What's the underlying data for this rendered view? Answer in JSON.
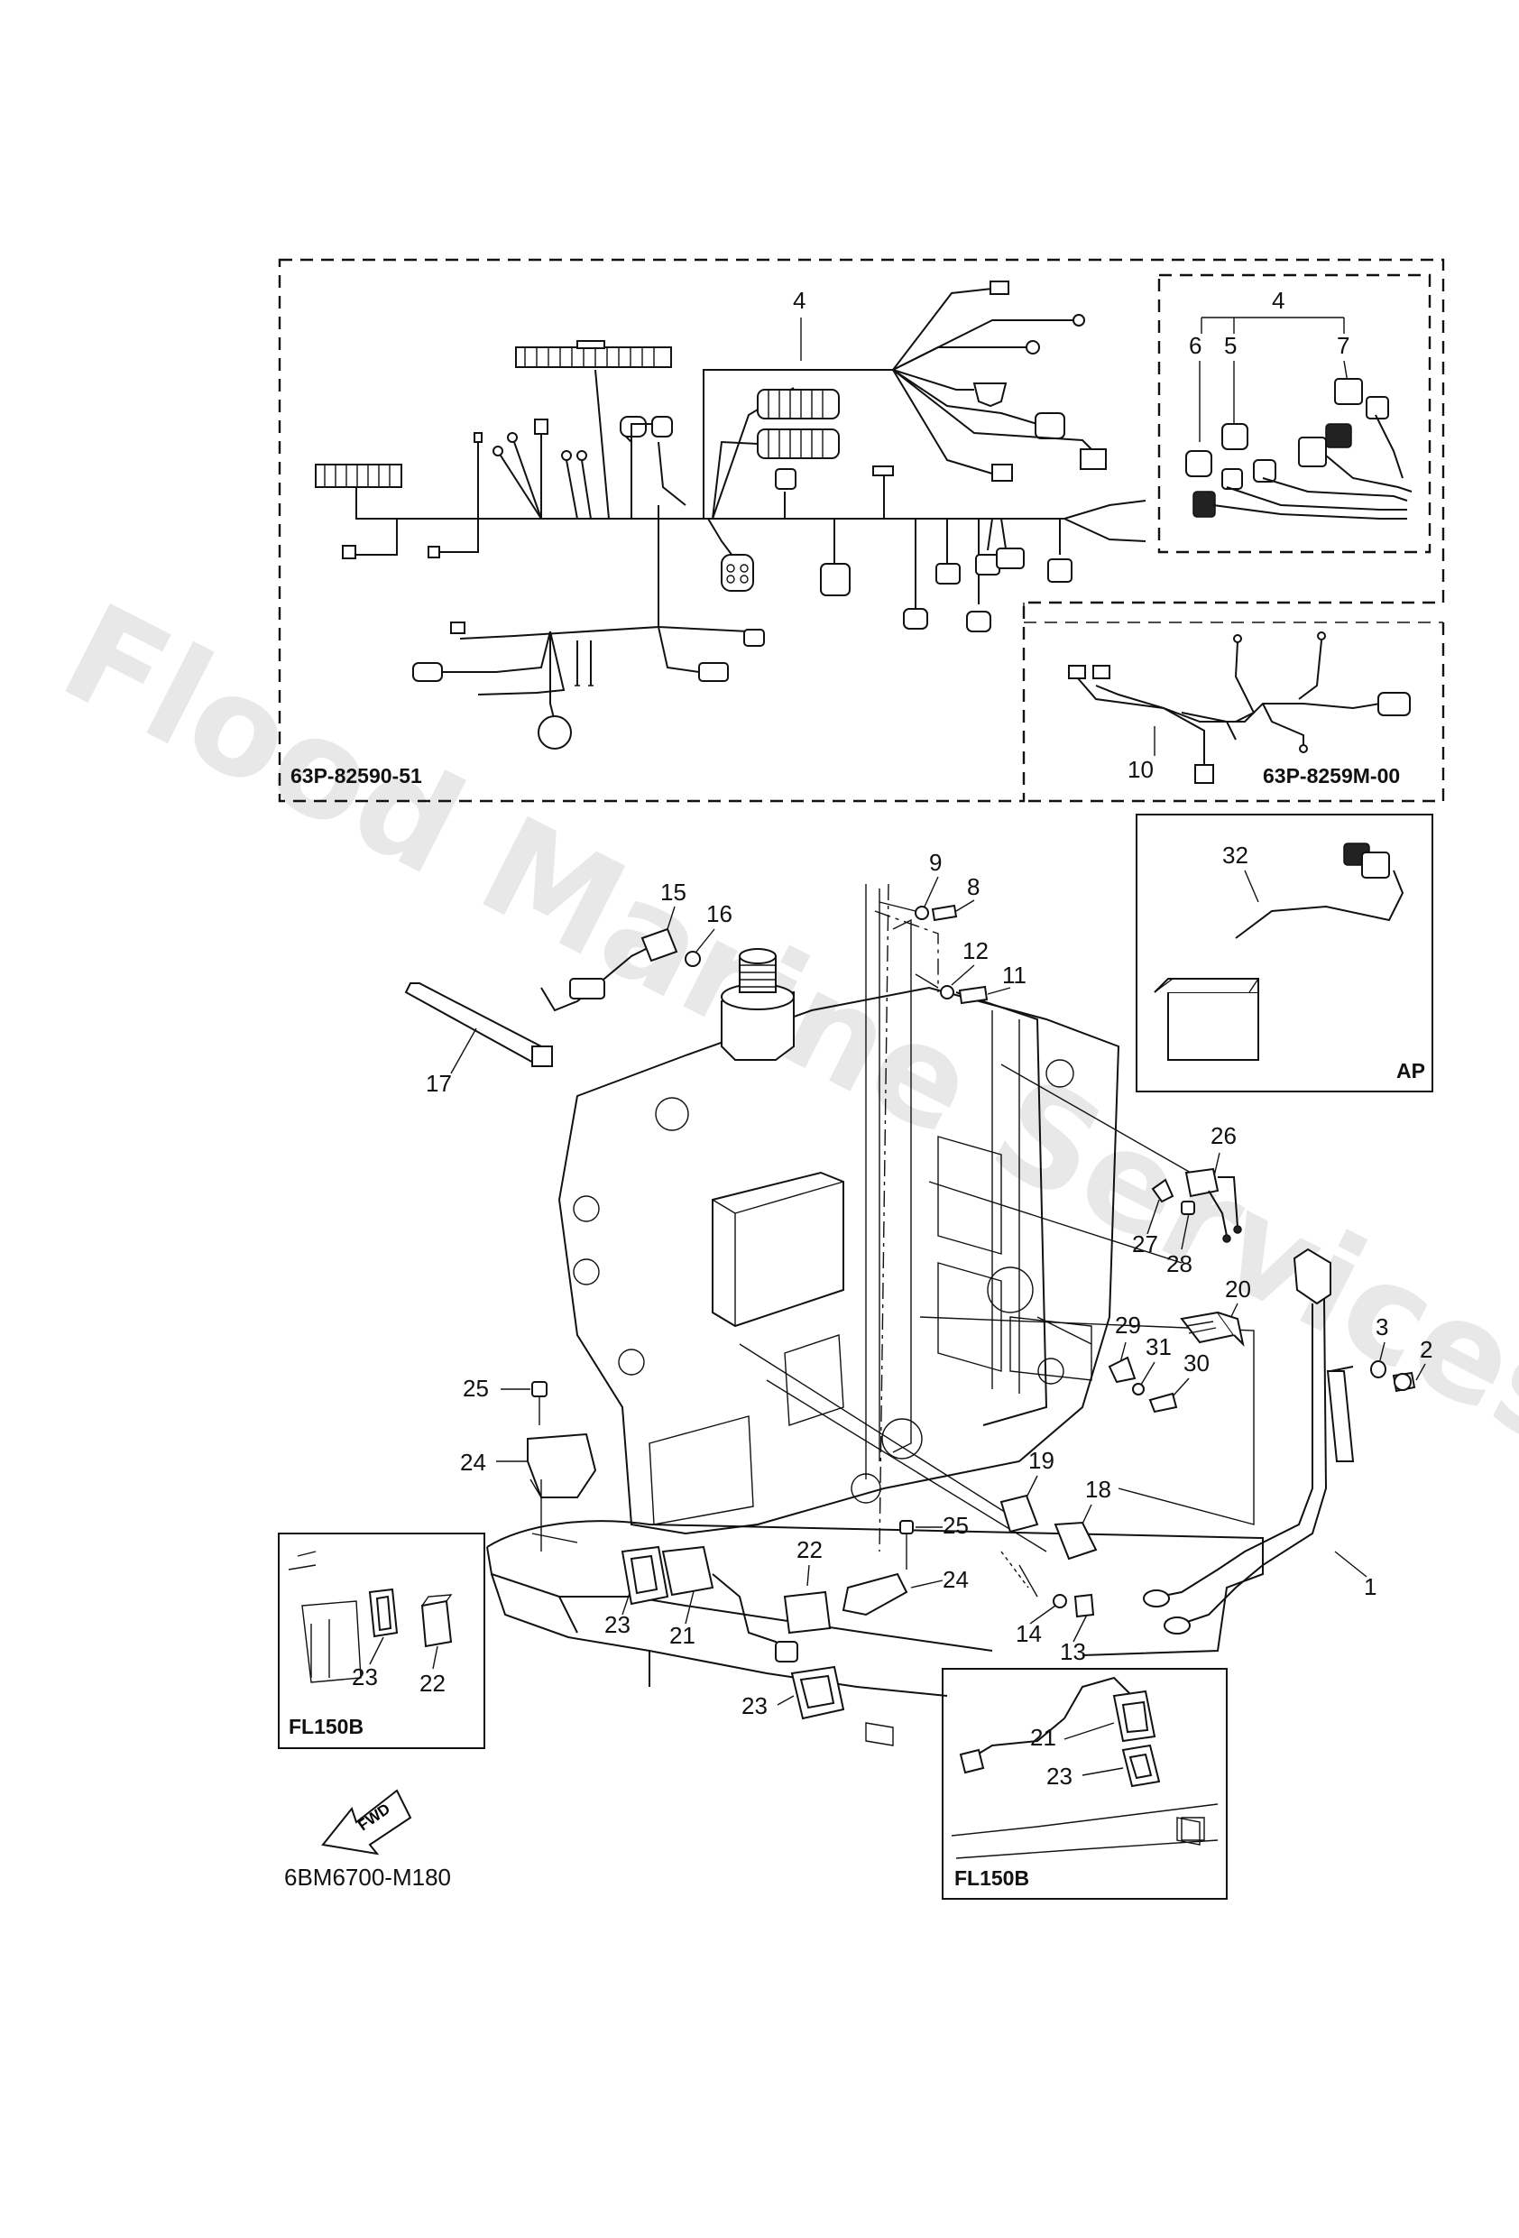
{
  "watermark": "Flood Marine Services",
  "diagram_id": "6BM6700-M180",
  "forward_label": "FWD",
  "boxes": {
    "harness_main": "63P-82590-51",
    "harness_sub": "63P-8259M-00",
    "ap": "AP",
    "fl150b_left": "FL150B",
    "fl150b_right": "FL150B"
  },
  "callouts": {
    "n1": "1",
    "n2": "2",
    "n3": "3",
    "n4a": "4",
    "n4b": "4",
    "n5": "5",
    "n6": "6",
    "n7": "7",
    "n8": "8",
    "n9": "9",
    "n10": "10",
    "n11": "11",
    "n12": "12",
    "n13": "13",
    "n14": "14",
    "n15": "15",
    "n16": "16",
    "n17": "17",
    "n18": "18",
    "n19": "19",
    "n20": "20",
    "n21a": "21",
    "n21b": "21",
    "n22a": "22",
    "n22b": "22",
    "n23a": "23",
    "n23b": "23",
    "n23c": "23",
    "n23d": "23",
    "n24a": "24",
    "n24b": "24",
    "n25a": "25",
    "n25b": "25",
    "n26": "26",
    "n27": "27",
    "n28": "28",
    "n29": "29",
    "n30": "30",
    "n31": "31",
    "n32": "32"
  }
}
